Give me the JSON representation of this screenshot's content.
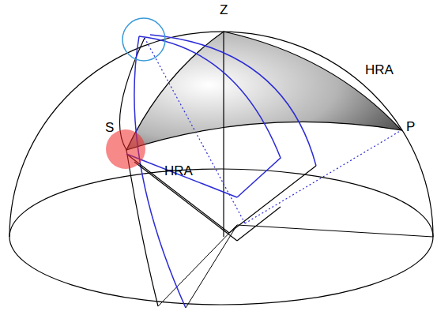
{
  "diagram": {
    "labels": [
      "Z",
      "HRA",
      "P",
      "S",
      "HRA"
    ]
  }
}
